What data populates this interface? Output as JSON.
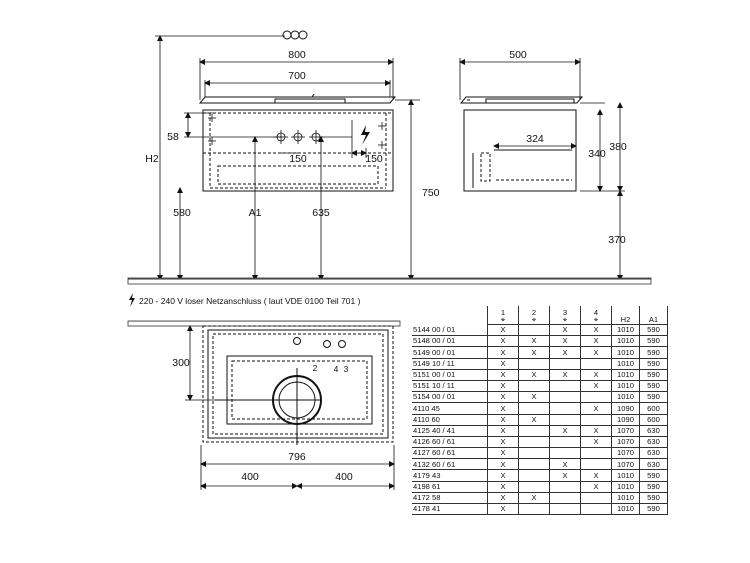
{
  "dimensions": {
    "w800": "800",
    "w700": "700",
    "w500": "500",
    "d58": "58",
    "d150a": "150",
    "d150b": "150",
    "h2": "H2",
    "d580": "580",
    "a1": "A1",
    "d635": "635",
    "d750": "750",
    "d324": "324",
    "d340": "340",
    "d380": "380",
    "d370": "370",
    "d300": "300",
    "d796": "796",
    "d400a": "400",
    "d400b": "400",
    "lbl2": "2",
    "lbl4": "4",
    "lbl3": "3"
  },
  "note": "220 - 240 V loser Netzanschluss ( laut VDE 0100 Teil 701 )",
  "table": {
    "headers": [
      "1",
      "2",
      "3",
      "4",
      "H2",
      "A1"
    ],
    "rows": [
      {
        "code": "5144 00 / 01",
        "c1": "X",
        "c2": "",
        "c3": "X",
        "c4": "X",
        "h2": "1010",
        "a1": "590"
      },
      {
        "code": "5148 00 / 01",
        "c1": "X",
        "c2": "X",
        "c3": "X",
        "c4": "X",
        "h2": "1010",
        "a1": "590"
      },
      {
        "code": "5149 00 / 01",
        "c1": "X",
        "c2": "X",
        "c3": "X",
        "c4": "X",
        "h2": "1010",
        "a1": "590"
      },
      {
        "code": "5149 10 / 11",
        "c1": "X",
        "c2": "",
        "c3": "",
        "c4": "",
        "h2": "1010",
        "a1": "590"
      },
      {
        "code": "5151 00 / 01",
        "c1": "X",
        "c2": "X",
        "c3": "X",
        "c4": "X",
        "h2": "1010",
        "a1": "590"
      },
      {
        "code": "5151 10 / 11",
        "c1": "X",
        "c2": "",
        "c3": "",
        "c4": "X",
        "h2": "1010",
        "a1": "590"
      },
      {
        "code": "5154 00 / 01",
        "c1": "X",
        "c2": "X",
        "c3": "",
        "c4": "",
        "h2": "1010",
        "a1": "590"
      },
      {
        "code": "4110 45",
        "c1": "X",
        "c2": "",
        "c3": "",
        "c4": "X",
        "h2": "1090",
        "a1": "600"
      },
      {
        "code": "4110 60",
        "c1": "X",
        "c2": "X",
        "c3": "",
        "c4": "",
        "h2": "1090",
        "a1": "600"
      },
      {
        "code": "4125 40 / 41",
        "c1": "X",
        "c2": "",
        "c3": "X",
        "c4": "X",
        "h2": "1070",
        "a1": "630"
      },
      {
        "code": "4126 60 / 61",
        "c1": "X",
        "c2": "",
        "c3": "",
        "c4": "X",
        "h2": "1070",
        "a1": "630"
      },
      {
        "code": "4127 60 / 61",
        "c1": "X",
        "c2": "",
        "c3": "",
        "c4": "",
        "h2": "1070",
        "a1": "630"
      },
      {
        "code": "4132 60 / 61",
        "c1": "X",
        "c2": "",
        "c3": "X",
        "c4": "",
        "h2": "1070",
        "a1": "630"
      },
      {
        "code": "4179 43",
        "c1": "X",
        "c2": "",
        "c3": "X",
        "c4": "X",
        "h2": "1010",
        "a1": "590"
      },
      {
        "code": "4198 61",
        "c1": "X",
        "c2": "",
        "c3": "",
        "c4": "X",
        "h2": "1010",
        "a1": "590"
      },
      {
        "code": "4172 58",
        "c1": "X",
        "c2": "X",
        "c3": "",
        "c4": "",
        "h2": "1010",
        "a1": "590"
      },
      {
        "code": "4178 41",
        "c1": "X",
        "c2": "",
        "c3": "",
        "c4": "",
        "h2": "1010",
        "a1": "590"
      }
    ]
  }
}
